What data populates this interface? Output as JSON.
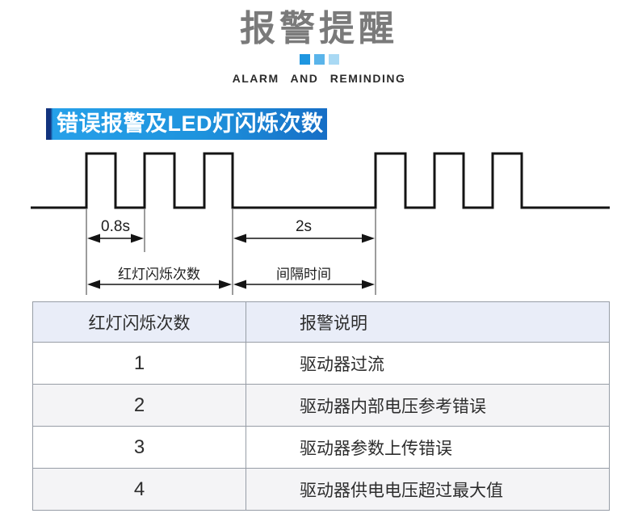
{
  "header": {
    "title": "报警提醒",
    "subtitle": "ALARM  AND  REMINDING",
    "accent_squares": [
      "#1e96e0",
      "#5ab4ea",
      "#a9d9f4"
    ]
  },
  "section_banner": {
    "label": "错误报警及LED灯闪烁次数"
  },
  "waveform": {
    "pulse_width_label": "0.8s",
    "interval_label": "2s",
    "flash_count_label": "红灯闪烁次数",
    "interval_time_label": "间隔时间"
  },
  "alarm_table": {
    "headers": {
      "count": "红灯闪烁次数",
      "description": "报警说明"
    },
    "rows": [
      {
        "count": "1",
        "description": "驱动器过流"
      },
      {
        "count": "2",
        "description": "驱动器内部电压参考错误"
      },
      {
        "count": "3",
        "description": "驱动器参数上传错误"
      },
      {
        "count": "4",
        "description": "驱动器供电电压超过最大值"
      }
    ]
  },
  "colors": {
    "banner_blue_start": "#26a0e9",
    "banner_blue_end": "#166ec6",
    "table_header_bg": "#e9edf8",
    "table_alt_row_bg": "#f4f4f6",
    "title_gray": "#7a7a7a"
  }
}
